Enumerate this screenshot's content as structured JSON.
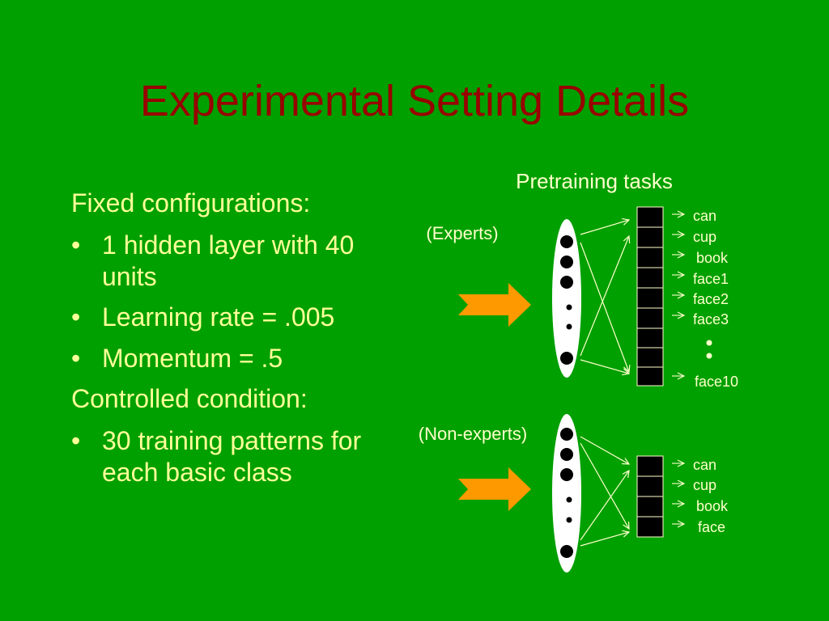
{
  "slide": {
    "title": "Experimental Setting Details",
    "fixed_heading": "Fixed configurations:",
    "fixed_items": [
      "1 hidden layer with 40 units",
      "Learning rate = .005",
      "Momentum = .5"
    ],
    "controlled_heading": "Controlled condition:",
    "controlled_items": [
      "30 training patterns for each basic class"
    ]
  },
  "diagram": {
    "caption": "Pretraining tasks",
    "experts": {
      "label": "(Experts)",
      "outputs": [
        "can",
        "cup",
        "book",
        "face1",
        "face2",
        "face3"
      ],
      "last_output": "face10"
    },
    "non_experts": {
      "label": "(Non-experts)",
      "outputs": [
        "can",
        "cup",
        "book",
        "face"
      ]
    }
  },
  "colors": {
    "background": "#00a000",
    "title": "#990000",
    "text": "#ffff99",
    "arrow_fill": "#ff9900"
  }
}
